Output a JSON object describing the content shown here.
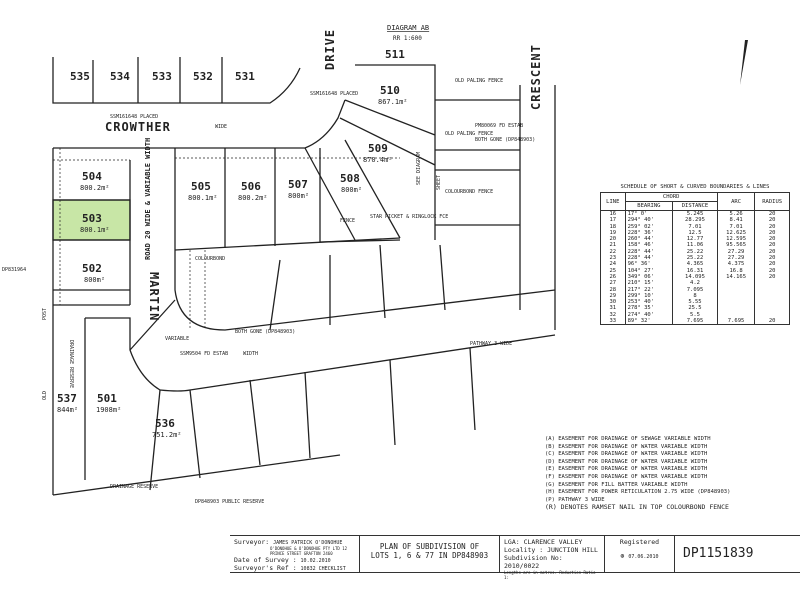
{
  "diagram": {
    "title": "DIAGRAM AB",
    "scale": "RR 1:600"
  },
  "roads": {
    "crowther": "CROWTHER",
    "drive": "DRIVE",
    "crescent": "CRESCENT",
    "martin": "MARTIN",
    "road_width": "ROAD 20 WIDE & VARIABLE WIDTH",
    "crowther_wide": "WIDE"
  },
  "lots": [
    {
      "number": "535"
    },
    {
      "number": "534"
    },
    {
      "number": "533"
    },
    {
      "number": "532"
    },
    {
      "number": "531"
    },
    {
      "number": "504",
      "area": "800.2m²"
    },
    {
      "number": "503",
      "area": "800.1m²",
      "highlight": "#c8e6a6"
    },
    {
      "number": "502",
      "area": "800m²"
    },
    {
      "number": "505",
      "area": "800.1m²"
    },
    {
      "number": "506",
      "area": "800.2m²"
    },
    {
      "number": "507",
      "area": "800m²"
    },
    {
      "number": "508",
      "area": "800m²"
    },
    {
      "number": "509",
      "area": "870.4m²"
    },
    {
      "number": "510",
      "area": "867.1m²"
    },
    {
      "number": "511"
    },
    {
      "number": "537",
      "area": "844m²"
    },
    {
      "number": "501",
      "area": "1908m²"
    },
    {
      "number": "536",
      "area": "751.2m²"
    }
  ],
  "annotations": {
    "old_paling_fence": "OLD PALING FENCE",
    "colourbond_fence": "COLOURBOND FENCE",
    "see_diagram": "SEE DIAGRAM",
    "sheet": "SHEET",
    "star_picket": "STAR PICKET & RINGLOCK FCE",
    "fence": "FENCE",
    "drainage_reserve": "DRAINAGE RESERVE",
    "public_reserve": "DP848903 PUBLIC RESERVE",
    "ssm_placed": "SSM161648 PLACED",
    "ssm_fd": "SSM9504 FD ESTAB",
    "pm_fd": "PM80069 FD ESTAB",
    "pathway": "PATHWAY 3 WIDE",
    "both_gone": "BOTH GONE (DP848903)",
    "colourbond": "COLOURBOND",
    "width": "WIDTH",
    "variable": "VARIABLE",
    "dp_left": "DP831964",
    "post": "POST",
    "old": "OLD"
  },
  "schedule": {
    "title": "SCHEDULE OF SHORT & CURVED BOUNDARIES & LINES",
    "headers": {
      "line": "LINE",
      "chord": "CHORD",
      "bearing": "BEARING",
      "distance": "DISTANCE",
      "arc": "ARC",
      "radius": "RADIUS"
    },
    "rows": [
      [
        "16",
        "17° 0'",
        "5.245",
        "5.26",
        "20"
      ],
      [
        "17",
        "294° 40'",
        "28.295",
        "8.41",
        "20"
      ],
      [
        "18",
        "259° 02'",
        "7.01",
        "7.01",
        "20"
      ],
      [
        "19",
        "228° 36'",
        "12.5",
        "12.625",
        "20"
      ],
      [
        "20",
        "260° 44'",
        "12.77",
        "12.595",
        "20"
      ],
      [
        "21",
        "158° 46'",
        "11.06",
        "95.565",
        "20"
      ],
      [
        "22",
        "228° 44'",
        "25.22",
        "27.29",
        "20"
      ],
      [
        "23",
        "228° 44'",
        "25.22",
        "27.29",
        "20"
      ],
      [
        "24",
        "96° 36'",
        "4.365",
        "4.375",
        "20"
      ],
      [
        "25",
        "104° 27'",
        "16.31",
        "16.8",
        "20"
      ],
      [
        "26",
        "349° 06'",
        "14.095",
        "14.165",
        "20"
      ],
      [
        "27",
        "210° 15'",
        "4.2",
        "",
        ""
      ],
      [
        "28",
        "217° 22'",
        "7.095",
        "",
        ""
      ],
      [
        "29",
        "299° 10'",
        "8",
        "",
        ""
      ],
      [
        "30",
        "253° 40'",
        "5.55",
        "",
        ""
      ],
      [
        "31",
        "278° 35'",
        "25.5",
        "",
        ""
      ],
      [
        "32",
        "274° 40'",
        "5.5",
        "",
        ""
      ],
      [
        "33",
        "89° 32'",
        "7.695",
        "7.695",
        "20"
      ]
    ]
  },
  "notes": [
    "(A)  EASEMENT FOR DRAINAGE OF SEWAGE VARIABLE WIDTH",
    "(B)  EASEMENT FOR DRAINAGE OF WATER VARIABLE WIDTH",
    "(C)  EASEMENT FOR DRAINAGE OF WATER VARIABLE WIDTH",
    "(D)  EASEMENT FOR DRAINAGE OF WATER VARIABLE WIDTH",
    "(E)  EASEMENT FOR DRAINAGE OF WATER VARIABLE WIDTH",
    "(F)  EASEMENT FOR DRAINAGE OF WATER VARIABLE WIDTH",
    "(G)  EASEMENT FOR FILL BATTER VARIABLE WIDTH",
    "(H)  EASEMENT FOR POWER RETICULATION 2.75 WIDE (DP848903)",
    "(P)  PATHWAY 3 WIDE",
    "(R)  DENOTES RAMSET NAIL IN TOP COLOURBOND FENCE"
  ],
  "title_block": {
    "surveyor_label": "Surveyor:",
    "surveyor": "JAMES PATRICK O'DONOHUE",
    "surveyor_firm": "O'DONOHUE & O'DONOHUE PTY LTD 12 PRINCE STREET GRAFTON 2460",
    "date_label": "Date of Survey :",
    "date": "10.02.2010",
    "ref_label": "Surveyor's Ref :",
    "ref": "10832 CHECKLIST",
    "plan_line1": "PLAN OF SUBDIVISION OF",
    "plan_line2": "LOTS 1, 6 & 77 IN DP848903",
    "lga_label": "LGA:",
    "lga": "CLARENCE VALLEY",
    "locality_label": "Locality :",
    "locality": "JUNCTION HILL",
    "subdivision_label": "Subdivision No:",
    "subdivision": "2010/0022",
    "lengths": "Lengths are in metres. Reduction Ratio 1:",
    "registered_label": "Registered",
    "registered_date": "07.06.2010",
    "plan_number": "DP1151839"
  }
}
